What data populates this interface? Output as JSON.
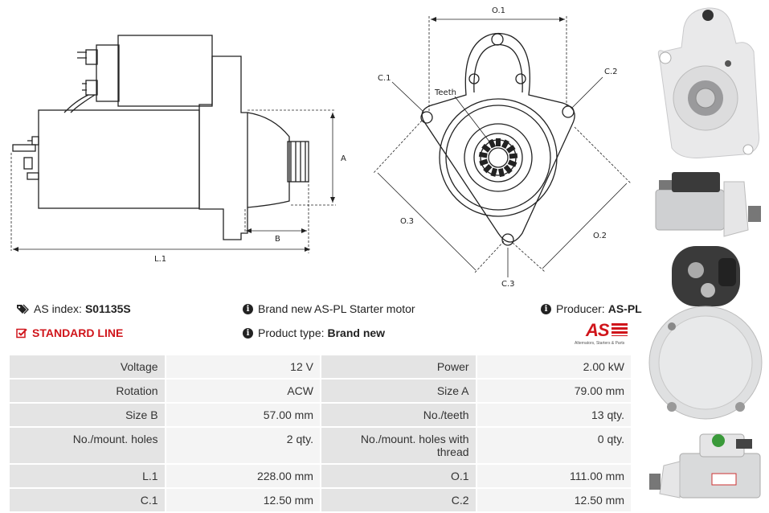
{
  "drawing": {
    "labels": {
      "a": "A",
      "b": "B",
      "l1": "L.1",
      "o1": "O.1",
      "o2": "O.2",
      "o3": "O.3",
      "c1": "C.1",
      "c2": "C.2",
      "c3": "C.3",
      "teeth": "Teeth"
    }
  },
  "info": {
    "as_index_label": "AS index:",
    "as_index_value": "S01135S",
    "standard_line": "STANDARD LINE",
    "description": "Brand new AS-PL Starter motor",
    "product_type_label": "Product type:",
    "product_type_value": "Brand new",
    "producer_label": "Producer:",
    "producer_value": "AS-PL",
    "logo_text": "AS",
    "logo_tagline": "Alternators, Starters & Parts"
  },
  "specs": {
    "rows": [
      {
        "l1": "Voltage",
        "v1": "12 V",
        "l2": "Power",
        "v2": "2.00 kW"
      },
      {
        "l1": "Rotation",
        "v1": "ACW",
        "l2": "Size A",
        "v2": "79.00 mm"
      },
      {
        "l1": "Size B",
        "v1": "57.00 mm",
        "l2": "No./teeth",
        "v2": "13 qty."
      },
      {
        "l1": "No./mount. holes",
        "v1": "2 qty.",
        "l2": "No./mount. holes with thread",
        "v2": "0 qty."
      },
      {
        "l1": "L.1",
        "v1": "228.00 mm",
        "l2": "O.1",
        "v2": "111.00 mm"
      },
      {
        "l1": "C.1",
        "v1": "12.50 mm",
        "l2": "C.2",
        "v2": "12.50 mm"
      }
    ]
  },
  "colors": {
    "accent_red": "#d0151b",
    "label_cell": "#e4e4e4",
    "value_cell": "#f4f4f4"
  }
}
